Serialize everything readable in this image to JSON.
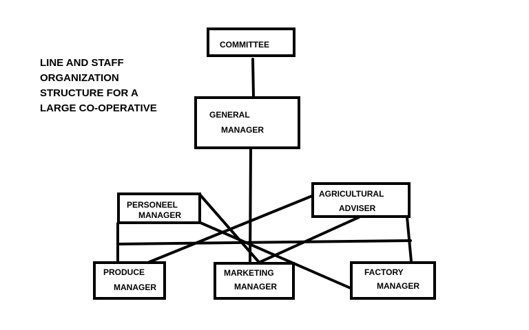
{
  "diagram": {
    "title_lines": [
      "LINE AND STAFF",
      "ORGANIZATION",
      "STRUCTURE FOR A",
      "LARGE CO-OPERATIVE"
    ],
    "nodes": {
      "committee": {
        "lines": [
          "COMMITTEE"
        ]
      },
      "general_manager": {
        "lines": [
          "GENERAL",
          "MANAGER"
        ]
      },
      "personnel_manager": {
        "lines": [
          "PERSONEEL",
          "MANAGER"
        ]
      },
      "agricultural_adviser": {
        "lines": [
          "AGRICULTURAL",
          "ADVISER"
        ]
      },
      "produce_manager": {
        "lines": [
          "PRODUCE",
          "MANAGER"
        ]
      },
      "marketing_manager": {
        "lines": [
          "MARKETING",
          "MANAGER"
        ]
      },
      "factory_manager": {
        "lines": [
          "FACTORY",
          "MANAGER"
        ]
      }
    },
    "edges": [
      {
        "from": "committee",
        "to": "general_manager"
      },
      {
        "from": "general_manager",
        "to": "marketing_manager"
      },
      {
        "from": "personnel_manager",
        "to": "marketing_manager"
      },
      {
        "from": "personnel_manager",
        "to": "factory_manager"
      },
      {
        "from": "agricultural_adviser",
        "to": "produce_manager"
      },
      {
        "from": "agricultural_adviser",
        "to": "marketing_manager"
      },
      {
        "from": "agricultural_adviser",
        "to": "factory_manager"
      },
      {
        "from": "produce_manager",
        "to": "factory_manager"
      }
    ]
  }
}
